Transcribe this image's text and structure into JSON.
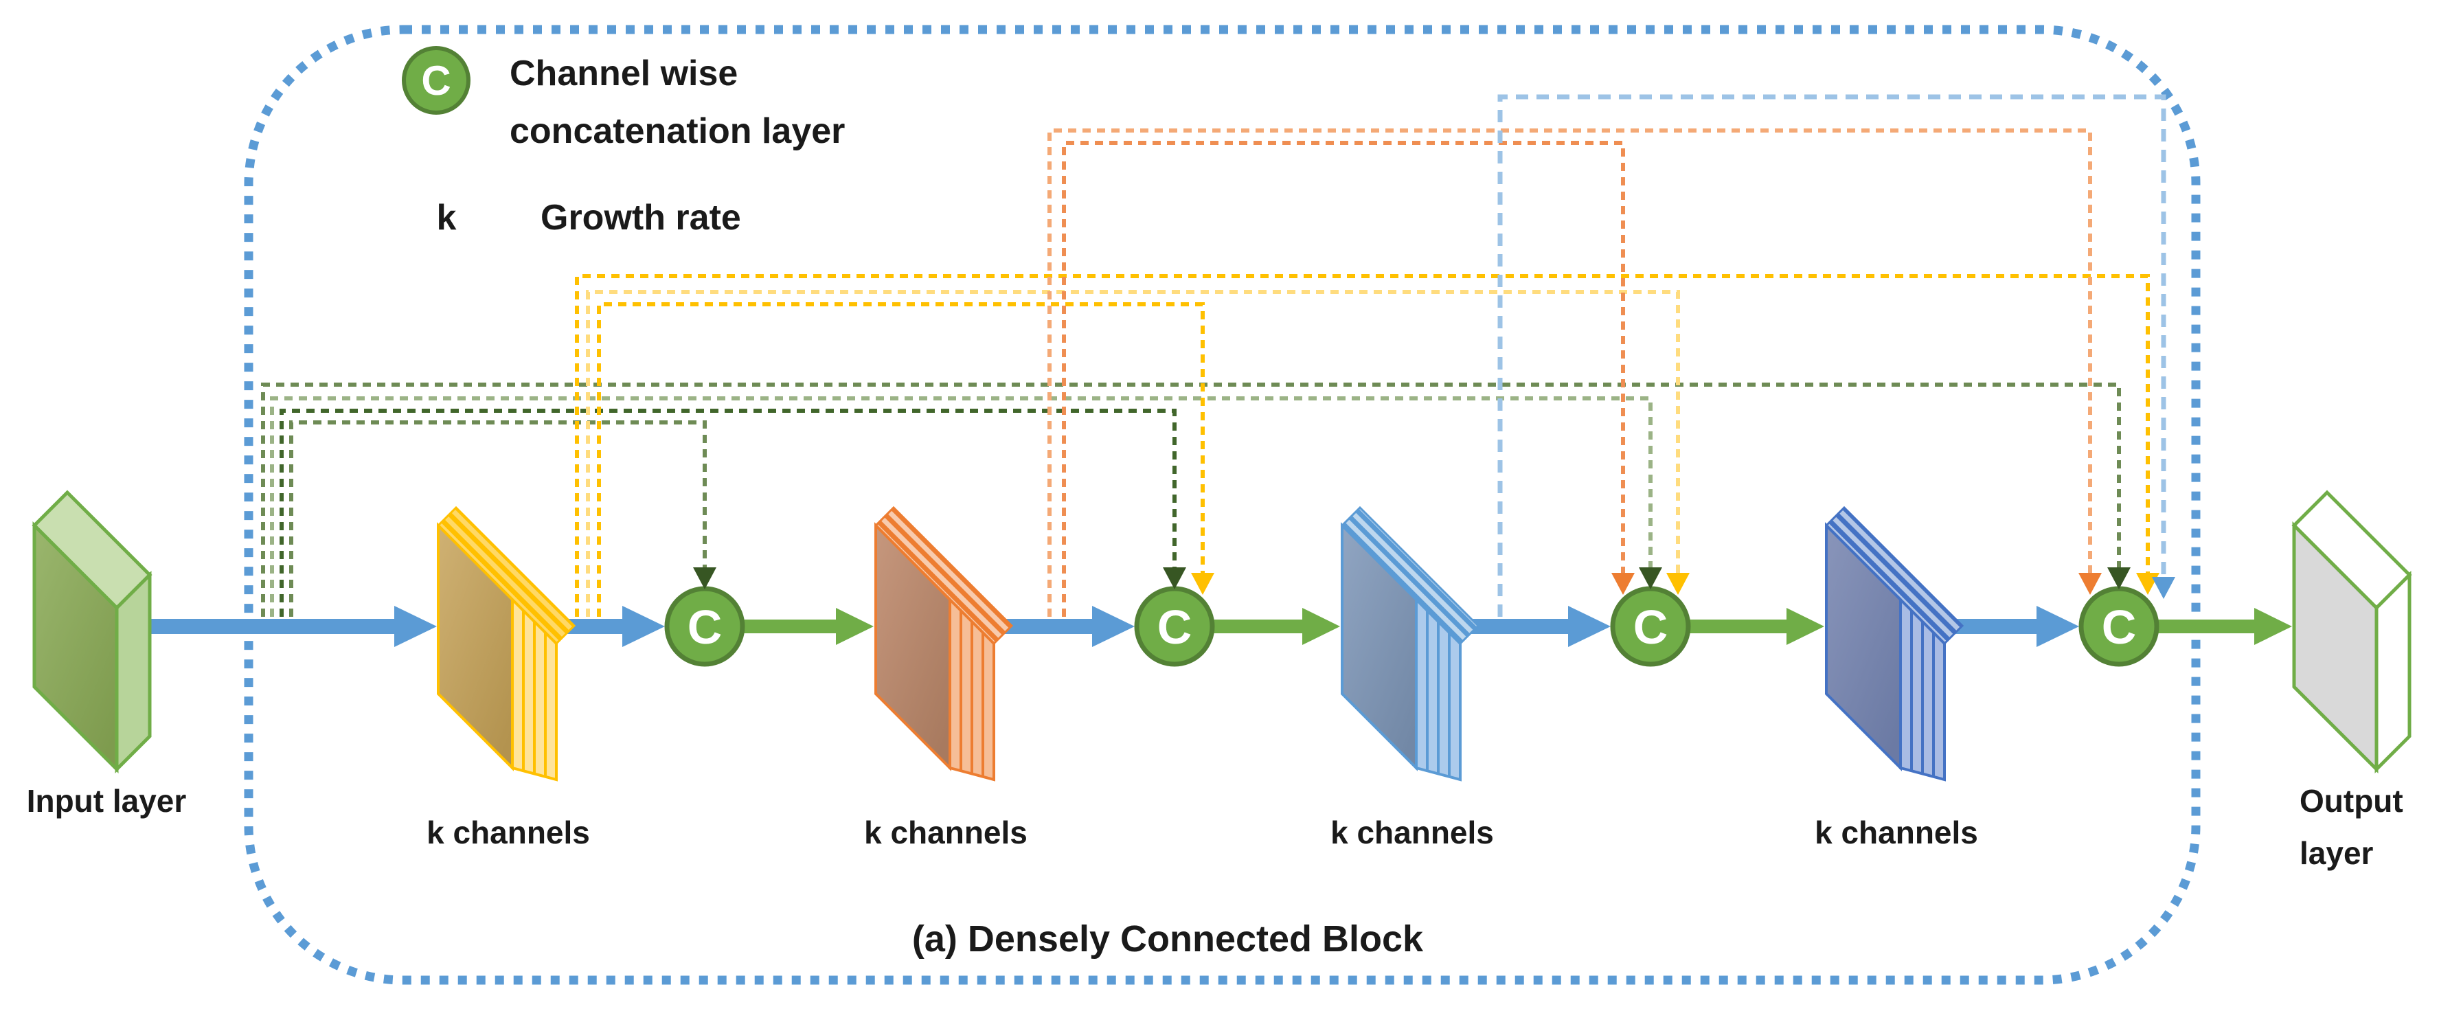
{
  "legend": {
    "concat_symbol": "C",
    "concat_label_line1": "Channel wise",
    "concat_label_line2": "concatenation layer",
    "growth_symbol": "k",
    "growth_label": "Growth rate"
  },
  "input_block": {
    "label": "Input layer"
  },
  "channel_blocks": [
    {
      "label": "k channels",
      "edge_color": "#FFC000"
    },
    {
      "label": "k channels",
      "edge_color": "#ED7D31"
    },
    {
      "label": "k channels",
      "edge_color": "#5B9BD5"
    },
    {
      "label": "k channels",
      "edge_color": "#4472C4"
    }
  ],
  "concat_nodes": [
    {
      "label": "C"
    },
    {
      "label": "C"
    },
    {
      "label": "C"
    },
    {
      "label": "C"
    }
  ],
  "output_block": {
    "label_line1": "Output",
    "label_line2": "layer"
  },
  "caption": "(a) Densely Connected Block",
  "colors": {
    "flow_blue": "#5B9BD5",
    "flow_green": "#70AD47",
    "node_fill": "#70AD47",
    "node_stroke": "#538135",
    "border_dotted": "#5B9BD5",
    "skip_green_dark": "#375623",
    "skip_yellow": "#FFC000",
    "skip_orange": "#ED7D31",
    "skip_light_blue": "#9DC3E6",
    "input_outline": "#70AD47",
    "output_front": "#D9D9D9"
  }
}
